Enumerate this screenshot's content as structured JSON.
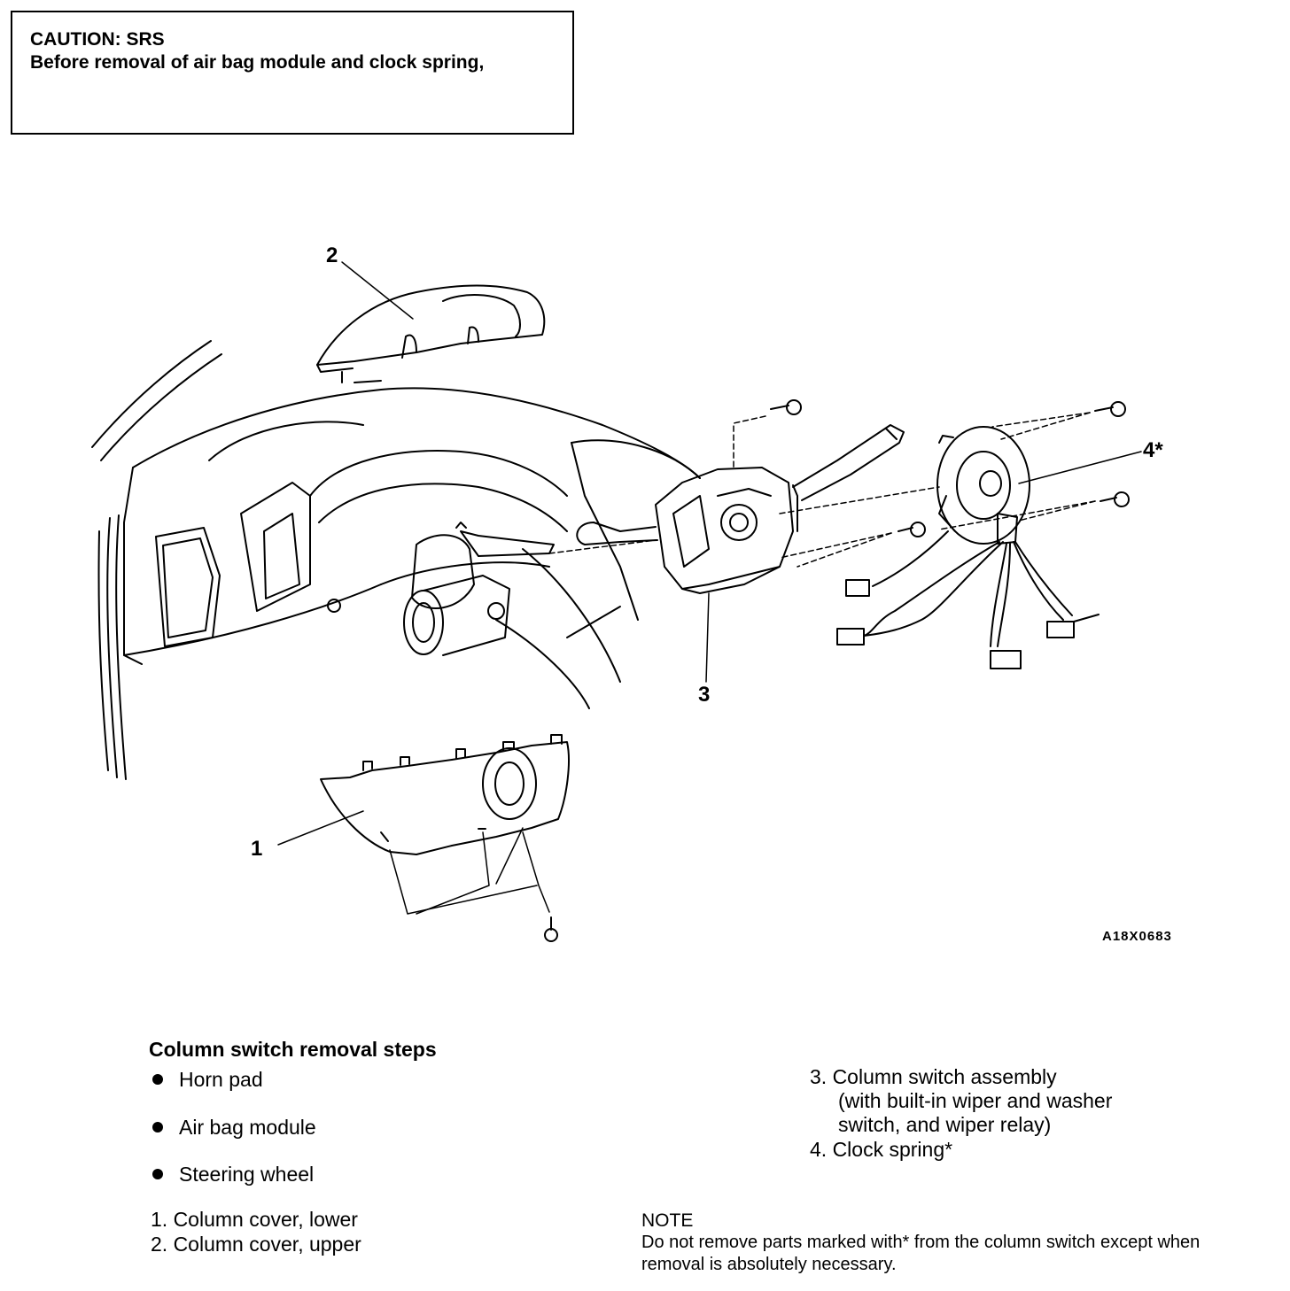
{
  "caution": {
    "title": "CAUTION:  SRS",
    "text": "Before removal of air bag module and clock spring,"
  },
  "figure": {
    "callouts": [
      "2",
      "4*",
      "3",
      "1"
    ],
    "code": "A18X0683"
  },
  "steps": {
    "title": "Column switch removal steps",
    "bullets": [
      "Horn pad",
      "Air bag module",
      "Steering wheel"
    ],
    "numbered": [
      "1. Column cover, lower",
      "2. Column cover, upper",
      "3. Column switch assembly",
      "(with built-in wiper and washer",
      "switch, and wiper relay)",
      "4. Clock spring*"
    ]
  },
  "note": {
    "title": "NOTE",
    "text": "Do not remove parts marked with* from the column switch except when removal is absolutely necessary."
  }
}
